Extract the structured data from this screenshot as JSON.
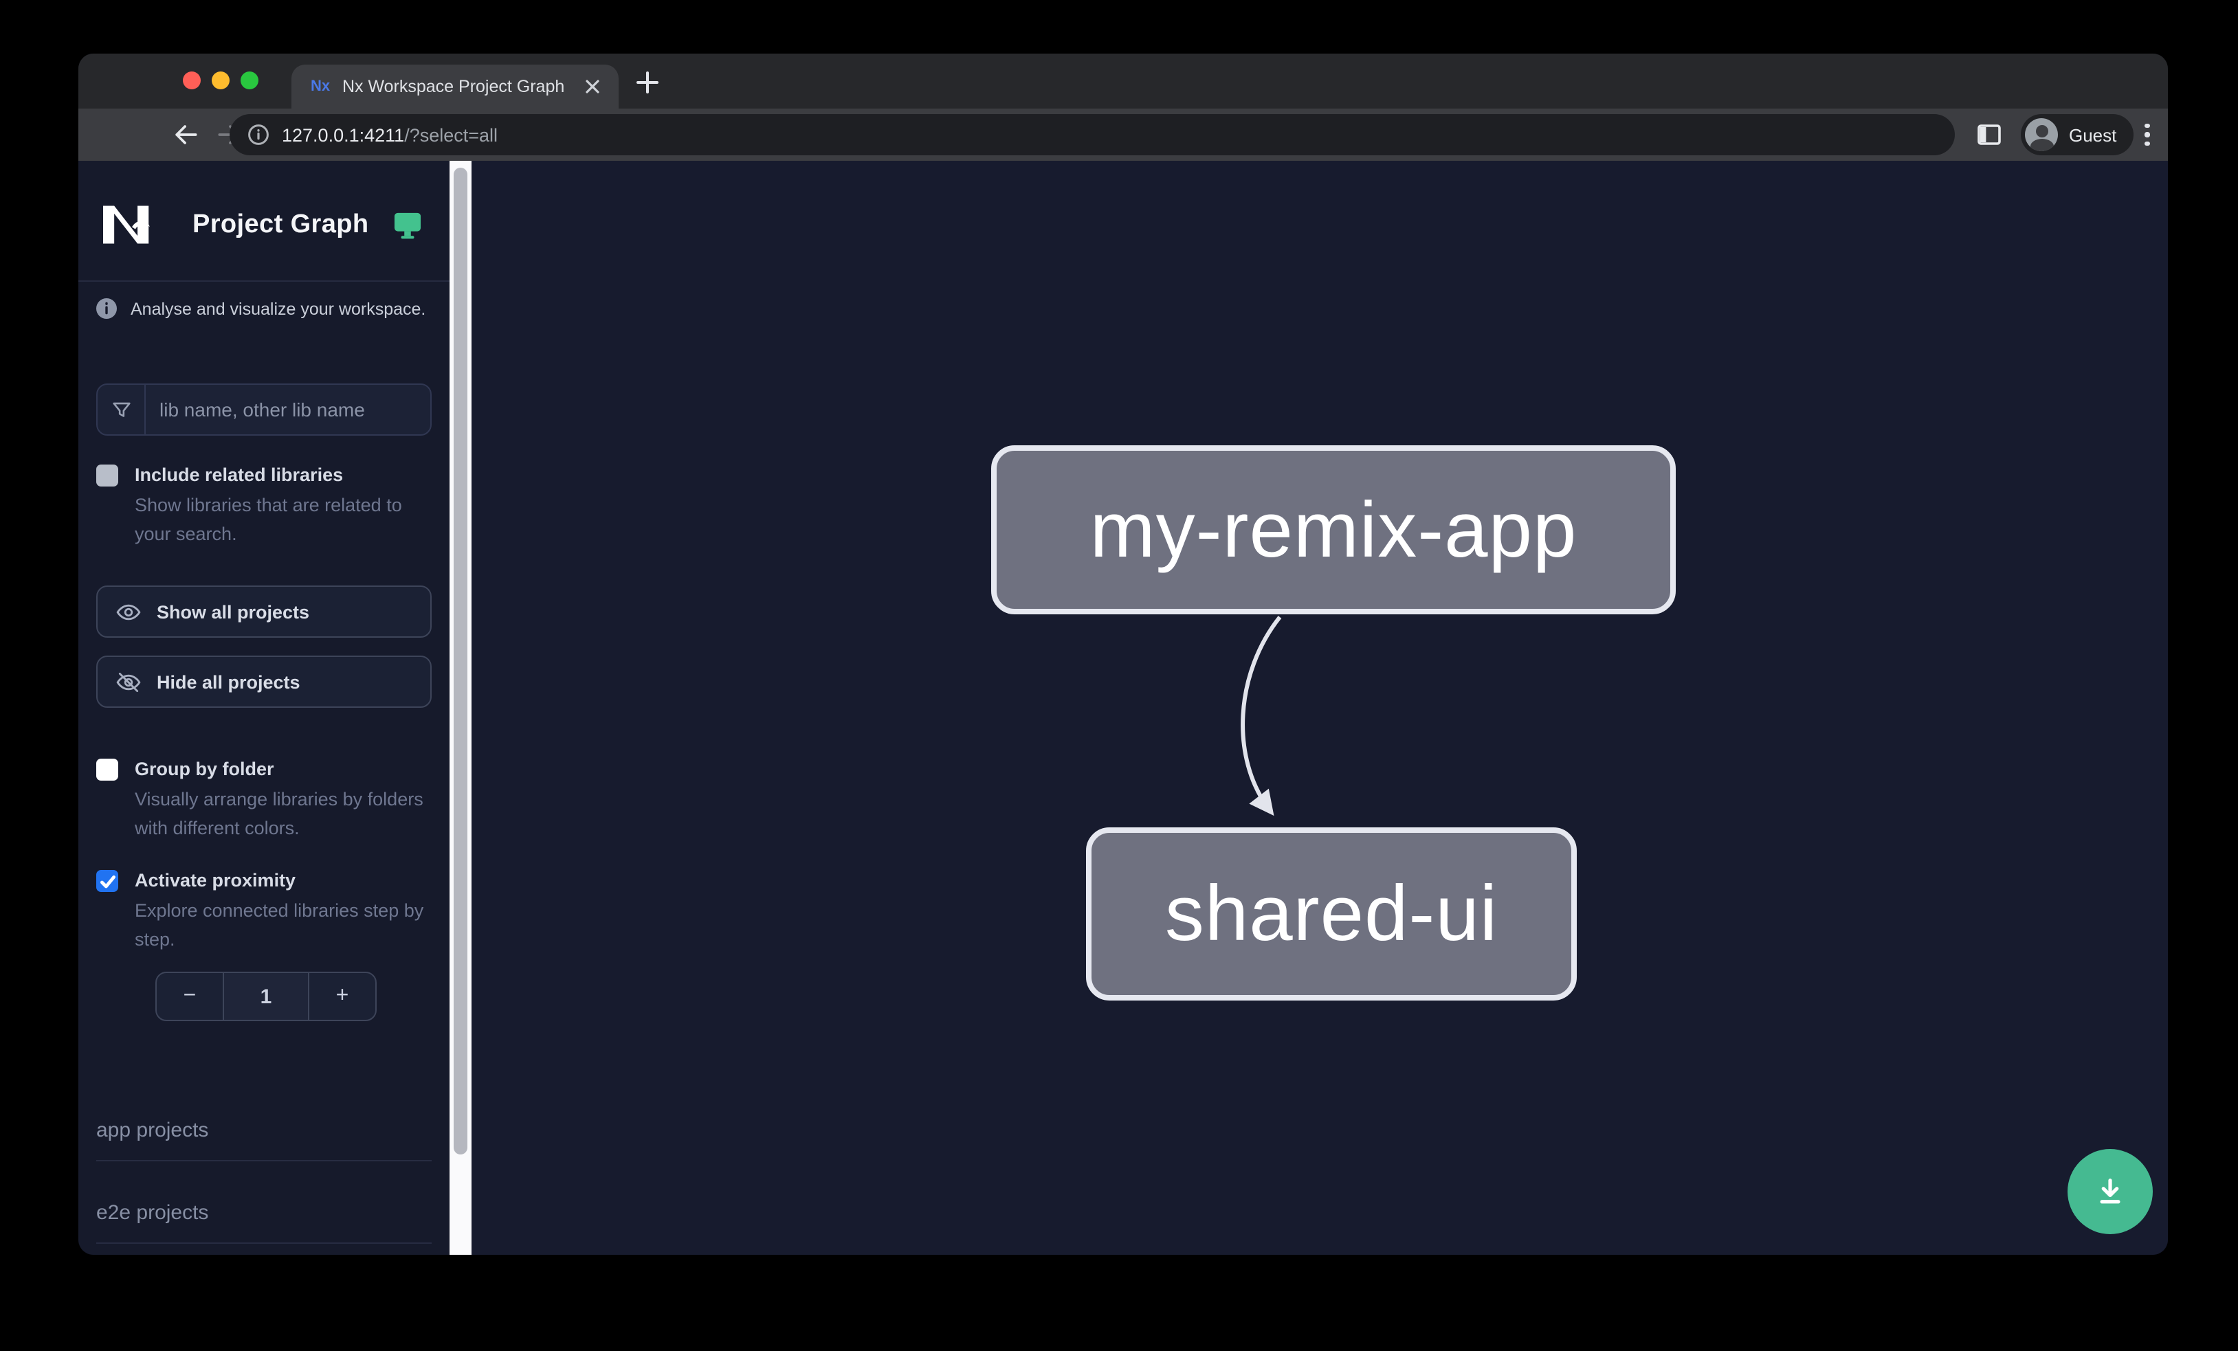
{
  "colors": {
    "accent-teal": "#45ba91",
    "accent-blue": "#2173f1",
    "node-fill": "#6f7180",
    "node-border": "#e6e8f0",
    "panel": "#161a2b",
    "canvas": "#171b2e"
  },
  "browser": {
    "tab_title": "Nx Workspace Project Graph",
    "tab_close_glyph": "✕",
    "url_host": "127.0.0.1:4211",
    "url_path": "/?select=all",
    "profile_label": "Guest"
  },
  "sidebar": {
    "app_title": "Project Graph",
    "tagline": "Analyse and visualize your workspace.",
    "search_placeholder": "lib name, other lib name",
    "checkboxes": [
      {
        "label": "Include related libraries",
        "description": "Show libraries that are related to your search.",
        "checked": false
      },
      {
        "label": "Group by folder",
        "description": "Visually arrange libraries by folders with different colors.",
        "checked": false
      },
      {
        "label": "Activate proximity",
        "description": "Explore connected libraries step by step.",
        "checked": true
      }
    ],
    "buttons": [
      {
        "label": "Show all projects"
      },
      {
        "label": "Hide all projects"
      }
    ],
    "stepper": {
      "decrement": "−",
      "value": "1",
      "increment": "+"
    },
    "sections": [
      {
        "label": "app projects"
      },
      {
        "label": "e2e projects"
      }
    ]
  },
  "graph": {
    "nodes": [
      {
        "id": "my-remix-app"
      },
      {
        "id": "shared-ui"
      }
    ],
    "edges": [
      {
        "from": "my-remix-app",
        "to": "shared-ui"
      }
    ]
  }
}
